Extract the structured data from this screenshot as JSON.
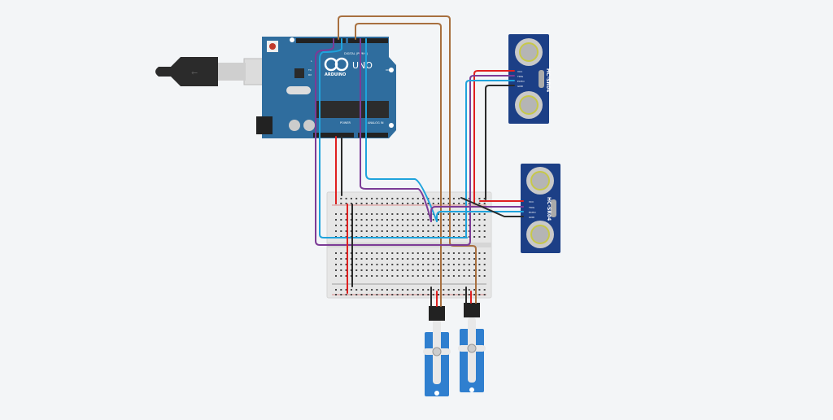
{
  "arduino": {
    "brand": "ARDUINO",
    "model": "UNO",
    "digital_label": "DIGITAL (PWM~)",
    "power_label": "POWER",
    "analog_label": "ANALOG IN",
    "on_label": "ON",
    "l_label": "L",
    "tx_label": "TX",
    "rx_label": "RX"
  },
  "sensors": [
    {
      "model": "HC-SR04",
      "pins": [
        "VCC",
        "TRIG",
        "ECHO",
        "GND"
      ]
    },
    {
      "model": "HC-SR04",
      "pins": [
        "VCC",
        "TRIG",
        "ECHO",
        "GND"
      ]
    }
  ],
  "colors": {
    "board": "#2f6d9e",
    "sensor": "#1c3f86",
    "servo": "#2f7fcf",
    "breadboard": "#e6e6e6",
    "wire_red": "#e02020",
    "wire_black": "#2a2a2a",
    "wire_brown": "#a8703f",
    "wire_purple": "#7c3b96",
    "wire_cyan": "#1fa3dc",
    "background": "#f3f5f7"
  }
}
